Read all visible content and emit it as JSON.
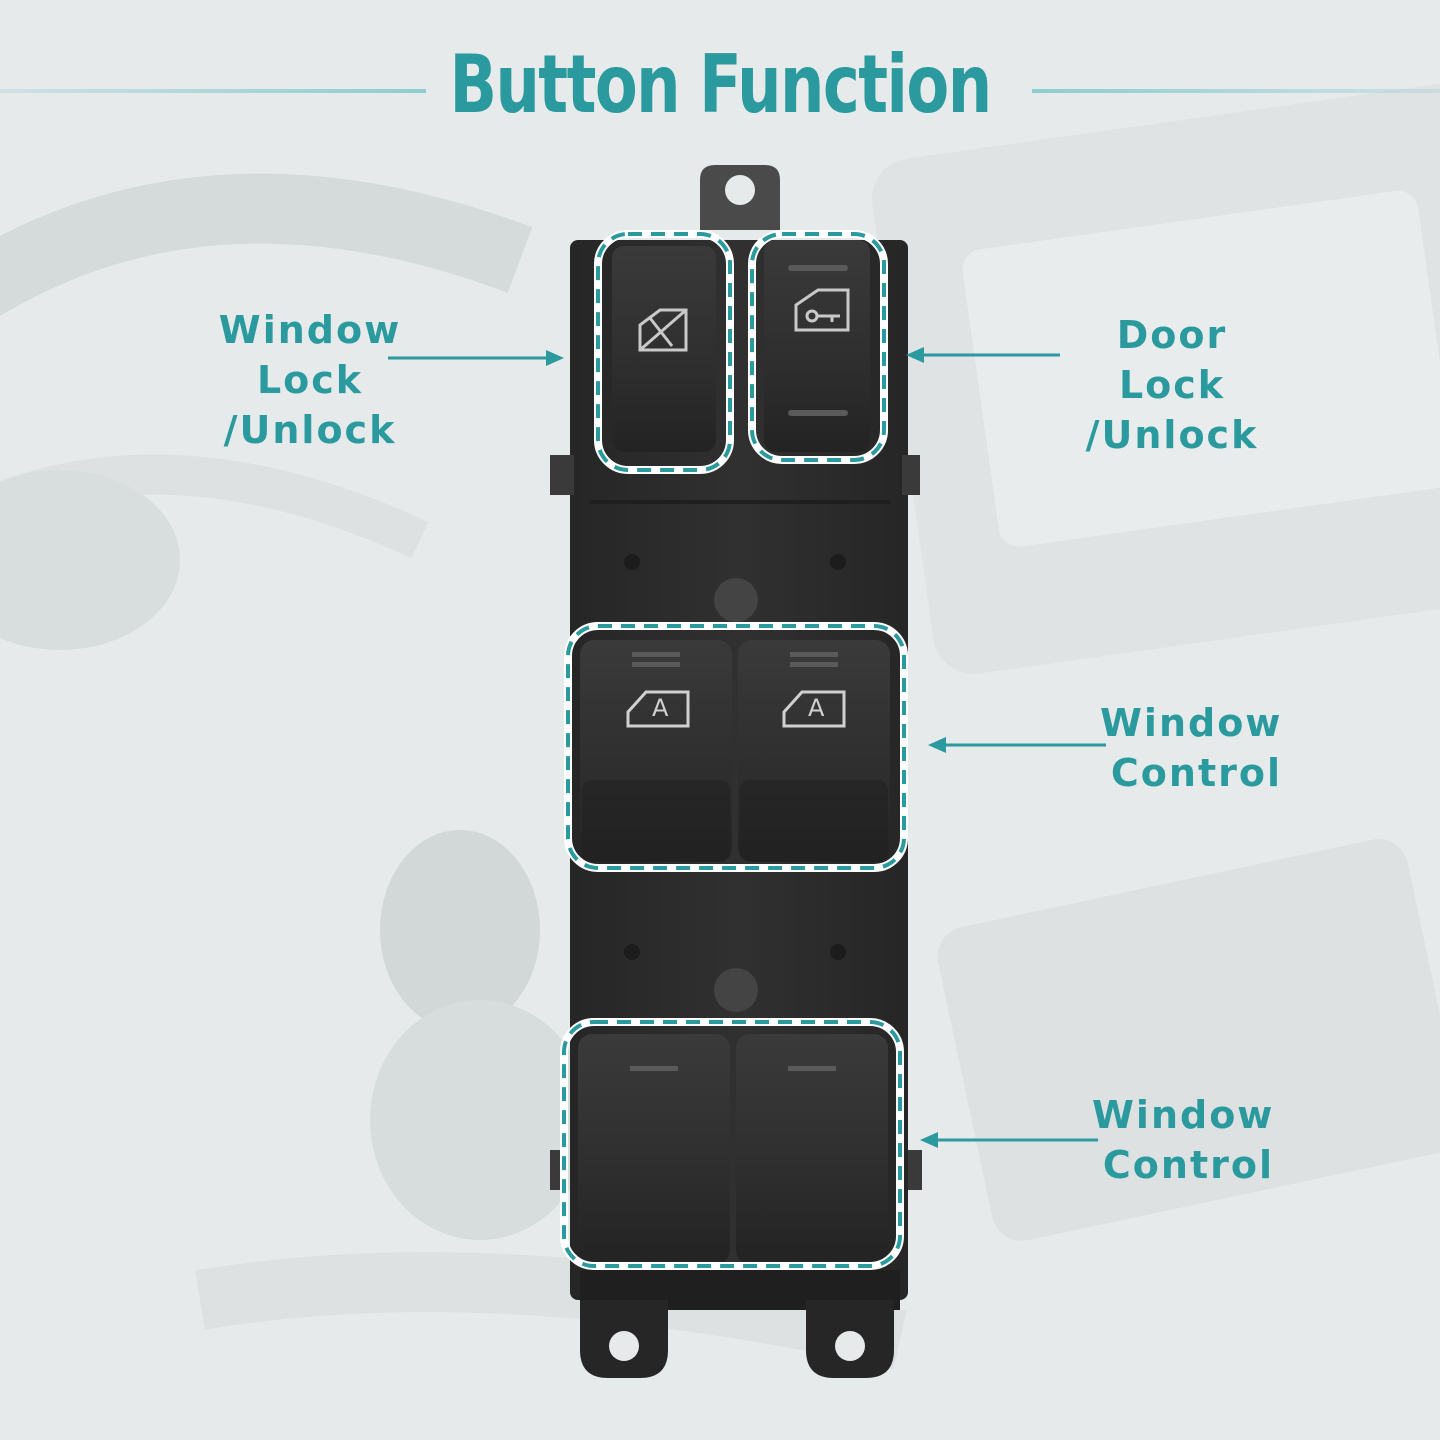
{
  "title": "Button Function",
  "labels": {
    "window_lock": [
      "Window Lock",
      "/Unlock"
    ],
    "door_lock": [
      "Door Lock",
      "/Unlock"
    ],
    "window_control_front": [
      "Window",
      "Control"
    ],
    "window_control_rear": [
      "Window",
      "Control"
    ]
  },
  "button_glyphs": {
    "front_left": "A",
    "front_right": "A"
  },
  "colors": {
    "accent": "#2a9a9e",
    "switch_body": "#2b2b2b",
    "button": "#333333"
  },
  "icons": [
    "window-lock-icon",
    "door-lock-icon",
    "auto-window-icon"
  ]
}
